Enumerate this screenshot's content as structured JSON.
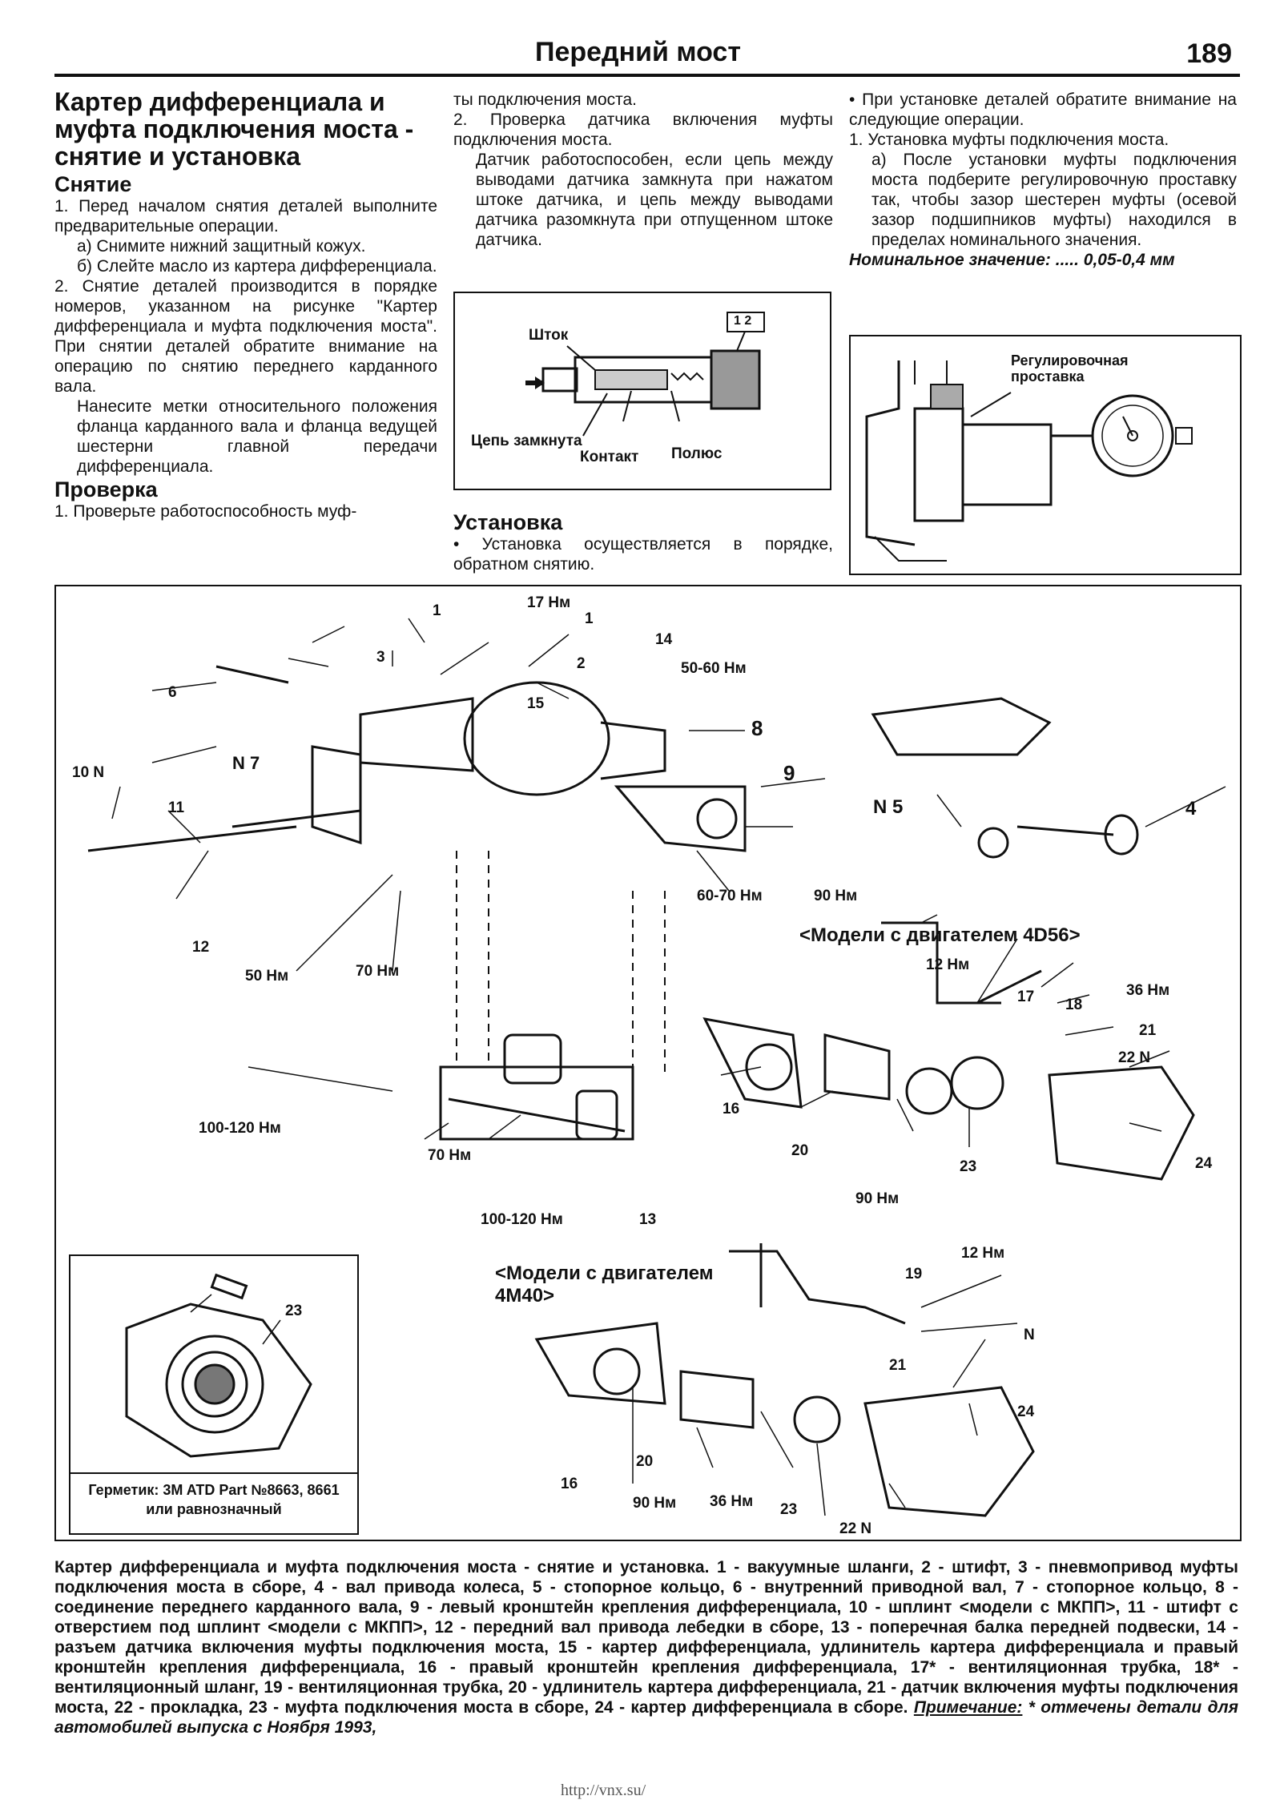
{
  "header": {
    "title": "Передний мост",
    "page_number": "189"
  },
  "col1": {
    "title": "Картер дифференциала и муфта подключения моста - снятие и установка",
    "removal_heading": "Снятие",
    "removal_step1": "1. Перед началом снятия деталей выполните предварительные операции.",
    "removal_step1a": "а) Снимите нижний защитный кожух.",
    "removal_step1b": "б) Слейте масло из картера дифференциала.",
    "removal_step2": "2. Снятие деталей производится в порядке номеров, указанном на рисунке \"Картер дифференциала и муфта подключения моста\". При снятии деталей обратите внимание на операцию по снятию переднего карданного вала.",
    "removal_marks": "Нанесите метки относительного положения фланца карданного вала и фланца ведущей шестерни главной передачи дифференциала.",
    "check_heading": "Проверка",
    "check_step1": "1. Проверьте работоспособность муф-"
  },
  "col2": {
    "check_cont": "ты подключения моста.",
    "check_step2": "2. Проверка датчика включения муфты подключения моста.",
    "check_sensor": "Датчик работоспособен, если цепь между выводами датчика замкнута при нажатом штоке датчика, и цепь между выводами датчика разомкнута при отпущенном штоке датчика.",
    "install_heading": "Установка",
    "install_text": "• Установка осуществляется в порядке, обратном снятию."
  },
  "col3": {
    "install_note": "• При установке деталей обратите внимание на следующие операции.",
    "install_step1": "1. Установка муфты подключения моста.",
    "install_step1a": "а) После установки муфты подключения моста подберите регулировочную проставку так, чтобы зазор шестерен муфты (осевой зазор подшипников муфты) находился в пределах номинального значения.",
    "nominal": "Номинальное значение: ..... 0,05-0,4 мм"
  },
  "sensor_figure": {
    "rod": "Шток",
    "circuit_closed": "Цепь замкнута",
    "contact": "Контакт",
    "pole": "Полюс",
    "connector_pins": "1 2"
  },
  "gauge_figure": {
    "shim": "Регулировочная проставка"
  },
  "main_figure": {
    "model_4d56": "<Модели с двигателем 4D56>",
    "model_4m40": "<Модели с двигателем 4M40>",
    "torques": {
      "t17": "17 Нм",
      "t50_60": "50-60 Нм",
      "t60_70": "60-70 Нм",
      "t90a": "90 Нм",
      "t50": "50 Нм",
      "t70a": "70 Нм",
      "t100_120a": "100-120 Нм",
      "t70b": "70 Нм",
      "t100_120b": "100-120 Нм",
      "t12a": "12 Нм",
      "t36a": "36 Нм",
      "t90b": "90 Нм",
      "t12b": "12 Нм",
      "t90c": "90 Нм",
      "t36b": "36 Нм"
    },
    "sealant": "Герметик: 3M ATD Part №8663, 8661 или равнозначный"
  },
  "caption": {
    "text": "Картер дифференциала и муфта подключения моста - снятие и установка. 1 - вакуумные шланги, 2 - штифт, 3 - пневмопривод муфты подключения моста в сборе, 4 - вал привода колеса, 5 - стопорное кольцо, 6 - внутренний приводной вал, 7 - стопорное кольцо, 8 - соединение переднего карданного вала, 9 - левый кронштейн крепления дифференциала, 10 - шплинт <модели с МКПП>, 11 - штифт с отверстием под шплинт <модели с МКПП>, 12 - передний вал привода лебедки в сборе, 13 - поперечная балка передней подвески, 14 - разъем датчика включения муфты подключения моста, 15 - картер дифференциала, удлинитель картера дифференциала и правый кронштейн крепления дифференциала, 16 - правый кронштейн крепления дифференциала, 17* - вентиляционная трубка, 18* - вентиляционный шланг, 19 - вентиляционная трубка, 20 - удлинитель картера дифференциала, 21 - датчик включения муфты подключения моста, 22 - прокладка, 23 - муфта подключения моста в сборе, 24 - картер дифференциала в сборе.",
    "note_label": "Примечание:",
    "note_text": "* отмечены детали для автомобилей выпуска с Ноября 1993,"
  },
  "footer": {
    "url": "http://vnx.su/"
  }
}
